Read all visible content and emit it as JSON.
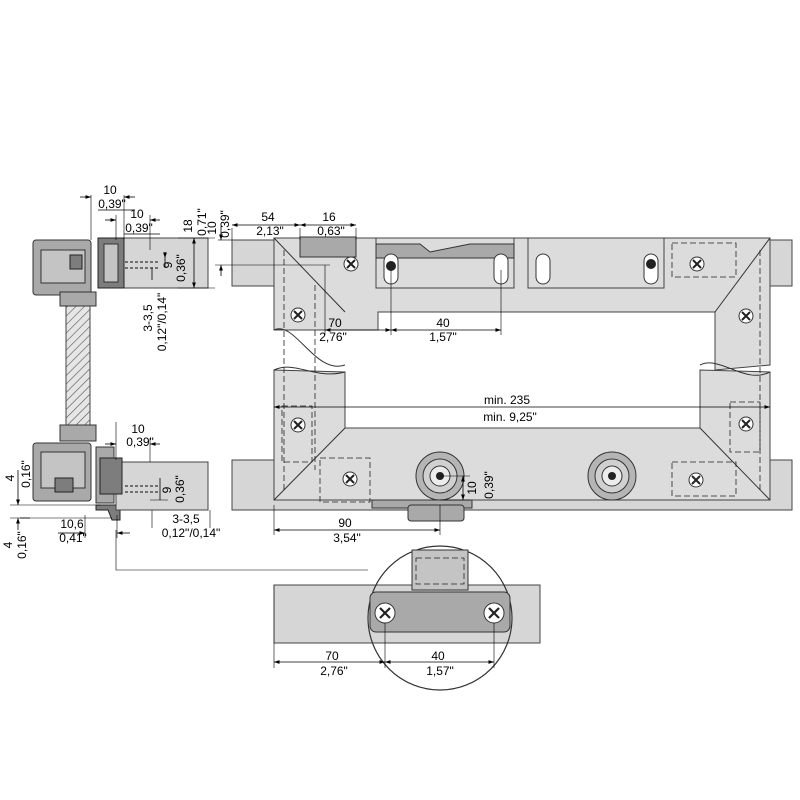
{
  "dimensions": {
    "d_10_top_mm": "10",
    "d_10_top_in": "0,39\"",
    "d_10_b_mm": "10",
    "d_10_b_in": "0,39\"",
    "d_18_mm": "18",
    "d_18_in": "0,71\"",
    "d_10_side_mm": "10",
    "d_10_side_in": "0,39\"",
    "d_9_top_mm": "9",
    "d_9_top_in": "0,36\"",
    "d_33_top_mm": "3-3,5",
    "d_33_top_in": "0,12\"/0,14\"",
    "d_54_mm": "54",
    "d_54_in": "2,13\"",
    "d_16_mm": "16",
    "d_16_in": "0,63\"",
    "d_70_top_mm": "70",
    "d_70_top_in": "2,76\"",
    "d_40_top_mm": "40",
    "d_40_top_in": "1,57\"",
    "d_min_mm": "min. 235",
    "d_min_in": "min. 9,25\"",
    "d_10_low_mm": "10",
    "d_10_low_in": "0,39\"",
    "d_4_top_mm": "4",
    "d_4_top_in": "0,16\"",
    "d_9_low_mm": "9",
    "d_9_low_in": "0,36\"",
    "d_106_mm": "10,6",
    "d_106_in": "0,41\"",
    "d_4_low_mm": "4",
    "d_4_low_in": "0,16\"",
    "d_33_low_mm": "3-3,5",
    "d_33_low_in": "0,12\"/0,14\"",
    "d_10_roller_mm": "10",
    "d_10_roller_in": "0,39\"",
    "d_90_mm": "90",
    "d_90_in": "3,54\"",
    "d_70_det_mm": "70",
    "d_70_det_in": "2,76\"",
    "d_40_det_mm": "40",
    "d_40_det_in": "1,57\""
  },
  "colors": {
    "panel": "#d6d6d6",
    "fitting": "#a9a9a9",
    "line": "#000000"
  },
  "icons": [
    "screw-icon",
    "roller-icon"
  ]
}
